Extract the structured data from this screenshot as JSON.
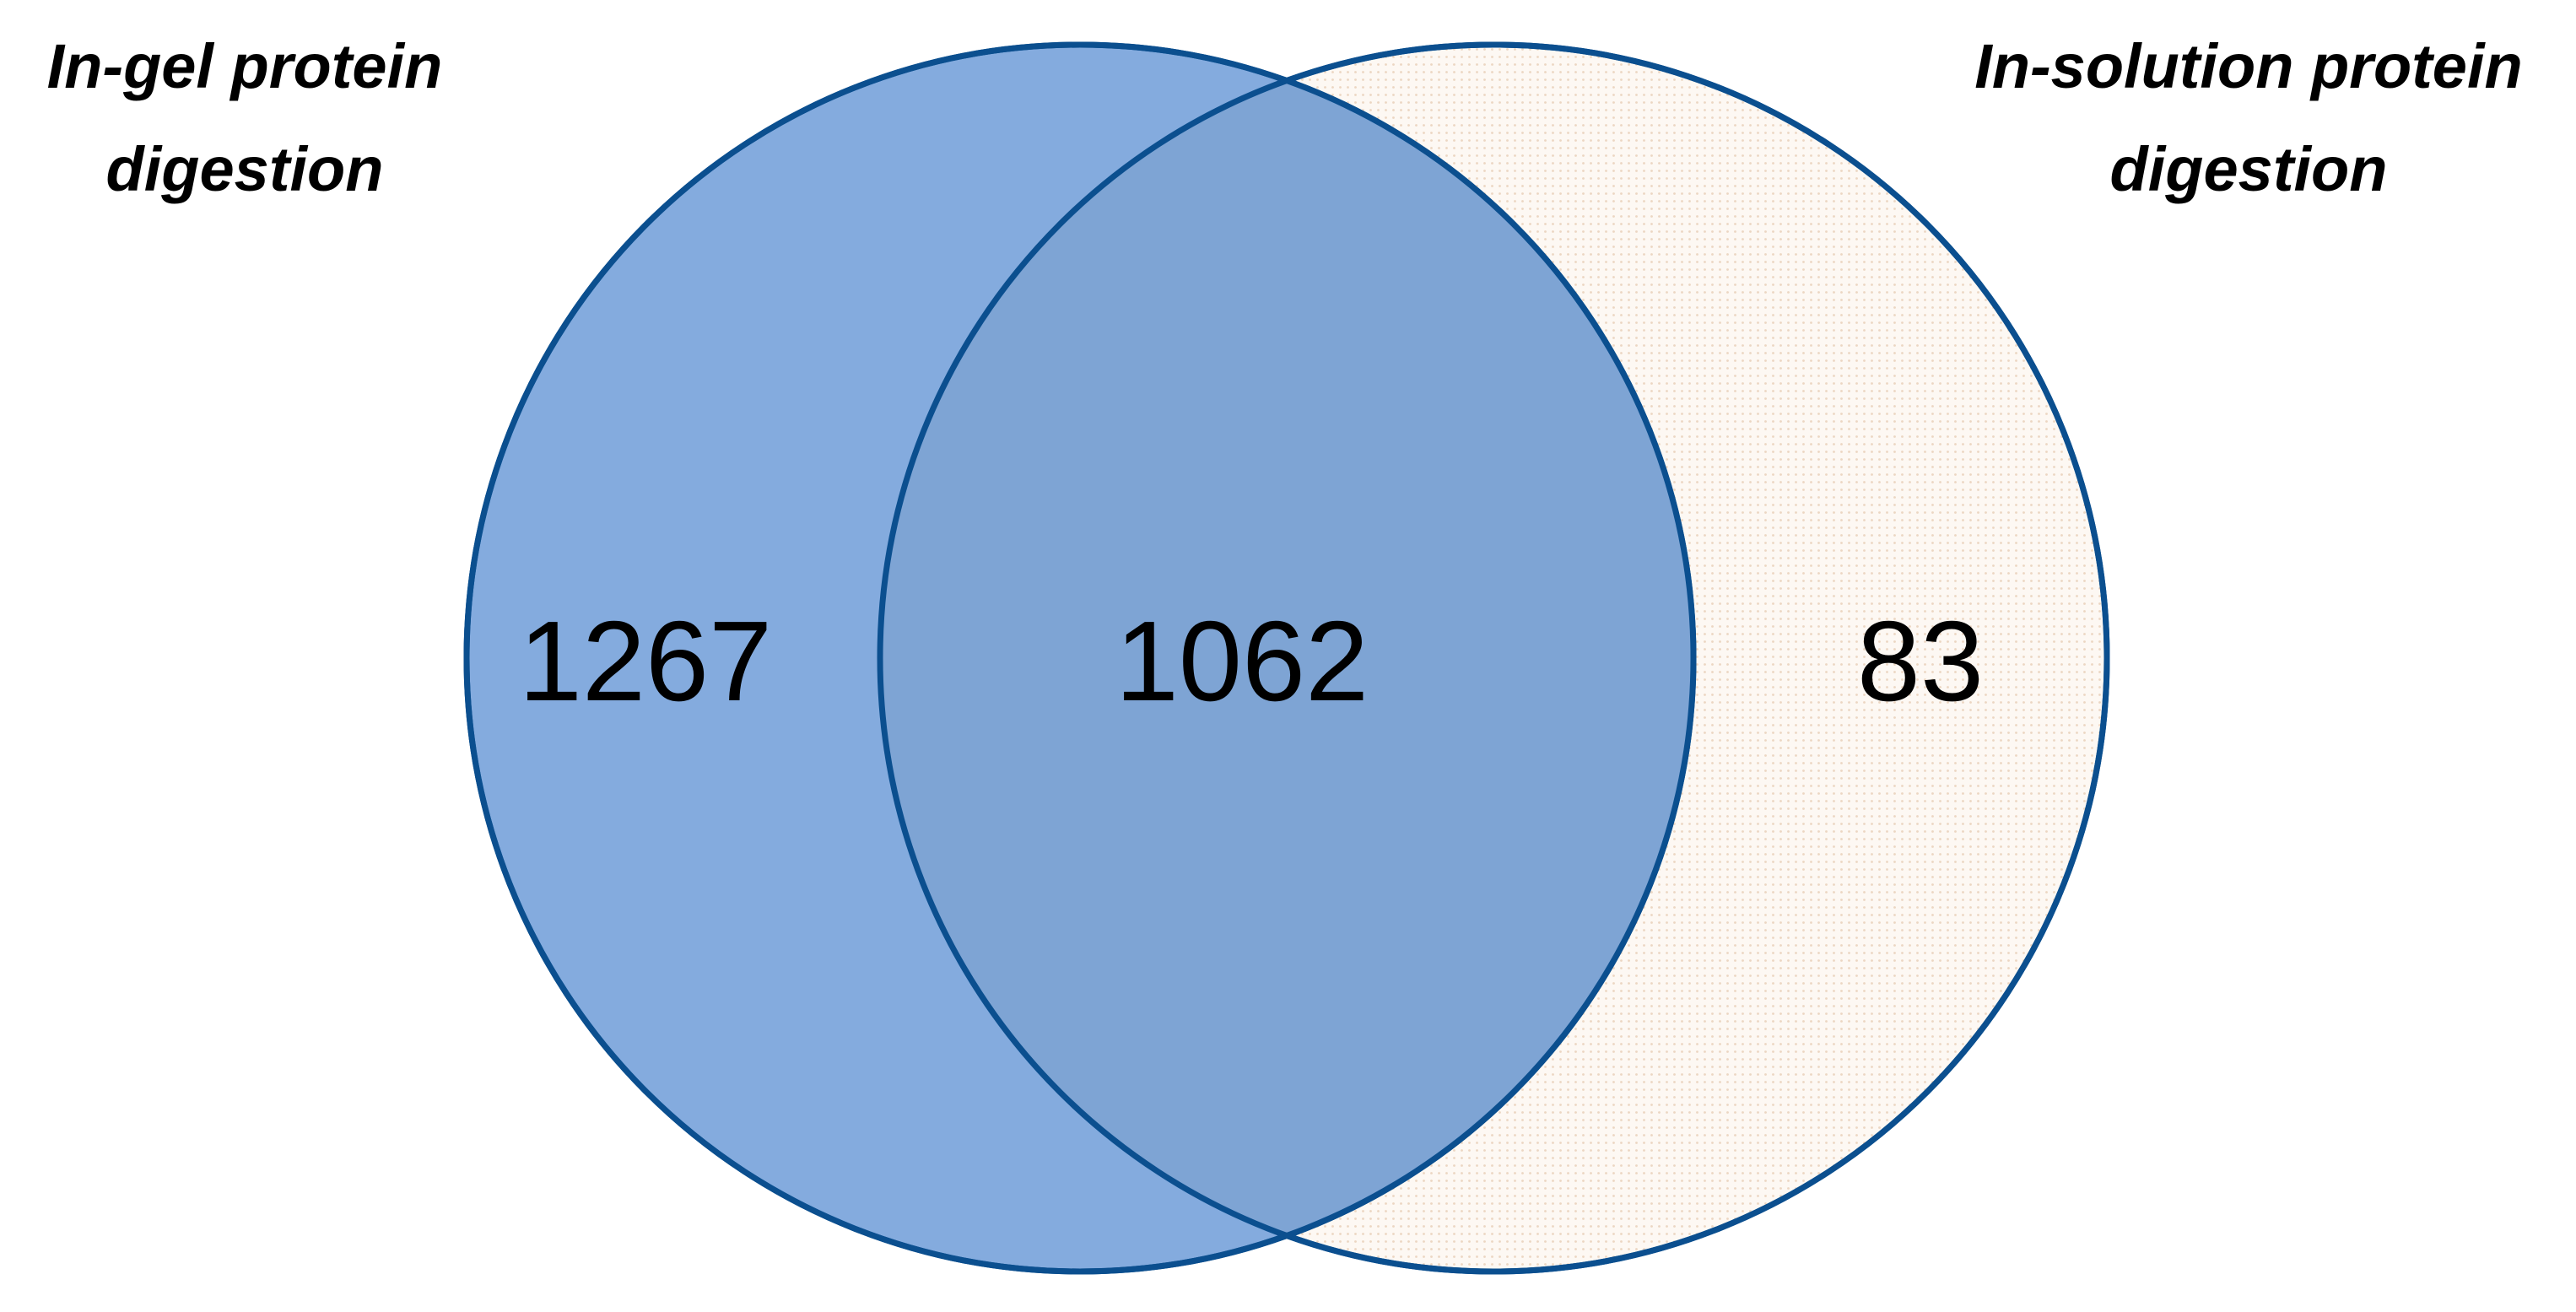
{
  "sets": {
    "left": {
      "label_line1": "In-gel protein",
      "label_line2": "digestion",
      "fill_color": "#84abde",
      "stroke_color": "#0b4f8f"
    },
    "right": {
      "label_line1": "In-solution protein",
      "label_line2": "digestion",
      "fill_color": "#fdf8f3",
      "stroke_color": "#0b4f8f"
    }
  },
  "regions": {
    "left_only": "1267",
    "overlap": "1062",
    "right_only": "83"
  },
  "overlap_fill_color": "#7ea4d4"
}
